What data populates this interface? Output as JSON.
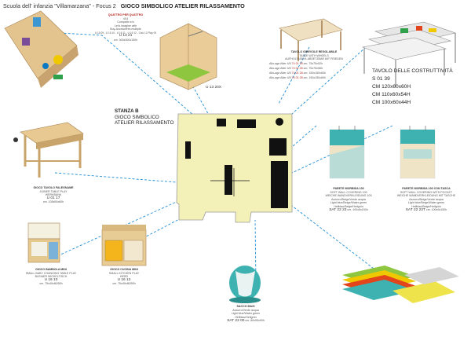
{
  "header": {
    "school": "Scuola dell' infanzia \"Villamarzana\" - Focus 2",
    "title": "GIOCO SIMBOLICO ATELIER RILASSAMENTO"
  },
  "room": {
    "label_line1": "STANZA B",
    "label_line2": "GIOCO SIMBOLICO",
    "label_line3": "ATELIER RILASSAMENTO"
  },
  "items": {
    "quattro_per_quattro": {
      "name": "QUATTRO PER QUATTRO",
      "line2": "4X4",
      "desc": [
        "Compatto e/o",
        "Let's imagine with",
        "Buy-Accesorires multiple",
        "U 16 09 - U 16 10 - U 16 11 - U 16 12 - Colo 12 Play 00"
      ],
      "code": "U 13 21",
      "size": "cm. 300x300x150h"
    },
    "angolo": {
      "code": "U 13 20X"
    },
    "tavolo_girevole": {
      "name": "TAVOLO GIREVOLE REGOLABILE",
      "line2": "TABLE WITH WHEELS",
      "line3": "AUFHOLTAISCH-ABSETZBAR MIT FRIEDEN",
      "rows": [
        {
          "label": "Alto-age Alter 4/5",
          "code": "74 01 28",
          "size": "cm. 75x75x52h"
        },
        {
          "label": "Alto-age Alter 4/5",
          "code": "74 01 28",
          "size": "cm. 75x75x56h"
        },
        {
          "label": "Alto-age Alter 4/5",
          "code": "74 01 28",
          "size": "cm. 150x150x60h"
        },
        {
          "label": "Alto-age Alter 4/5",
          "code": "74 01 28",
          "size": "cm. 150x150x60h"
        }
      ]
    },
    "tavolo_costruttivita": {
      "name": "TAVOLO DELLE COSTRUTTIVITÀ",
      "code": "S 01 39",
      "sizes": [
        "CM 120x60x60H",
        "CM 110x60x54H",
        "CM 100x60x44H"
      ]
    },
    "falegname": {
      "name": "GIOCO TAVOLO FALEGNAME",
      "line2": "JOINER TABLE PLAY",
      "line3": "WERKBANK",
      "code": "U 01 17",
      "size": "cm. 105x50x60h"
    },
    "pannello_parete": {
      "name": "PARETE MORBIDA 100",
      "line2": "SOFT WALL COVERING 100",
      "line3": "WEICHE WANDVERKLEIDUNG 100",
      "colors": [
        "Azzurro/Beige/Verde acqua",
        "Light blue/Beige/Water green",
        "Hellblau/Beige/Hellgrün"
      ],
      "code": "SAT 22 23",
      "size": "cm. 100x5x150h"
    },
    "pannello_tasca": {
      "name": "PARETE MORBIDA 100 CON TASCA",
      "line2": "SOFT WALL COVERING WITH POCKET",
      "line3": "WEICHE WANDVERKLEIDUNG MIT TASCHE",
      "colors": [
        "Azzurro/Beige/Verde acqua",
        "Light blue/Beige/Water green",
        "Hellblau/Beige/Hellgrün"
      ],
      "code": "SAT 22 23T",
      "size": "cm. 100x5x150h"
    },
    "bambola": {
      "name": "GIOCO BAMBOLA MINI",
      "line2": "SMALL BABY CHANGING TABLE PLAY",
      "line3": "BLEINER WICKELTISCH",
      "code": "U 16 10",
      "size": "cm. 75x40x80/50h"
    },
    "cucina": {
      "name": "GIOCO CUCINA MINI",
      "line2": "SMALL KITCHEN PLAY",
      "line3": "HERD",
      "code": "U 16 12",
      "size": "cm. 75x40x80/50h"
    },
    "sacco": {
      "name": "SACCO MAXI",
      "colors": [
        "Azzurro/Verde acqua",
        "Light blue/Water green",
        "Hellblau/Hellgrün"
      ],
      "code": "SAT 22 00",
      "size": "cm. 80x55x90h"
    }
  }
}
